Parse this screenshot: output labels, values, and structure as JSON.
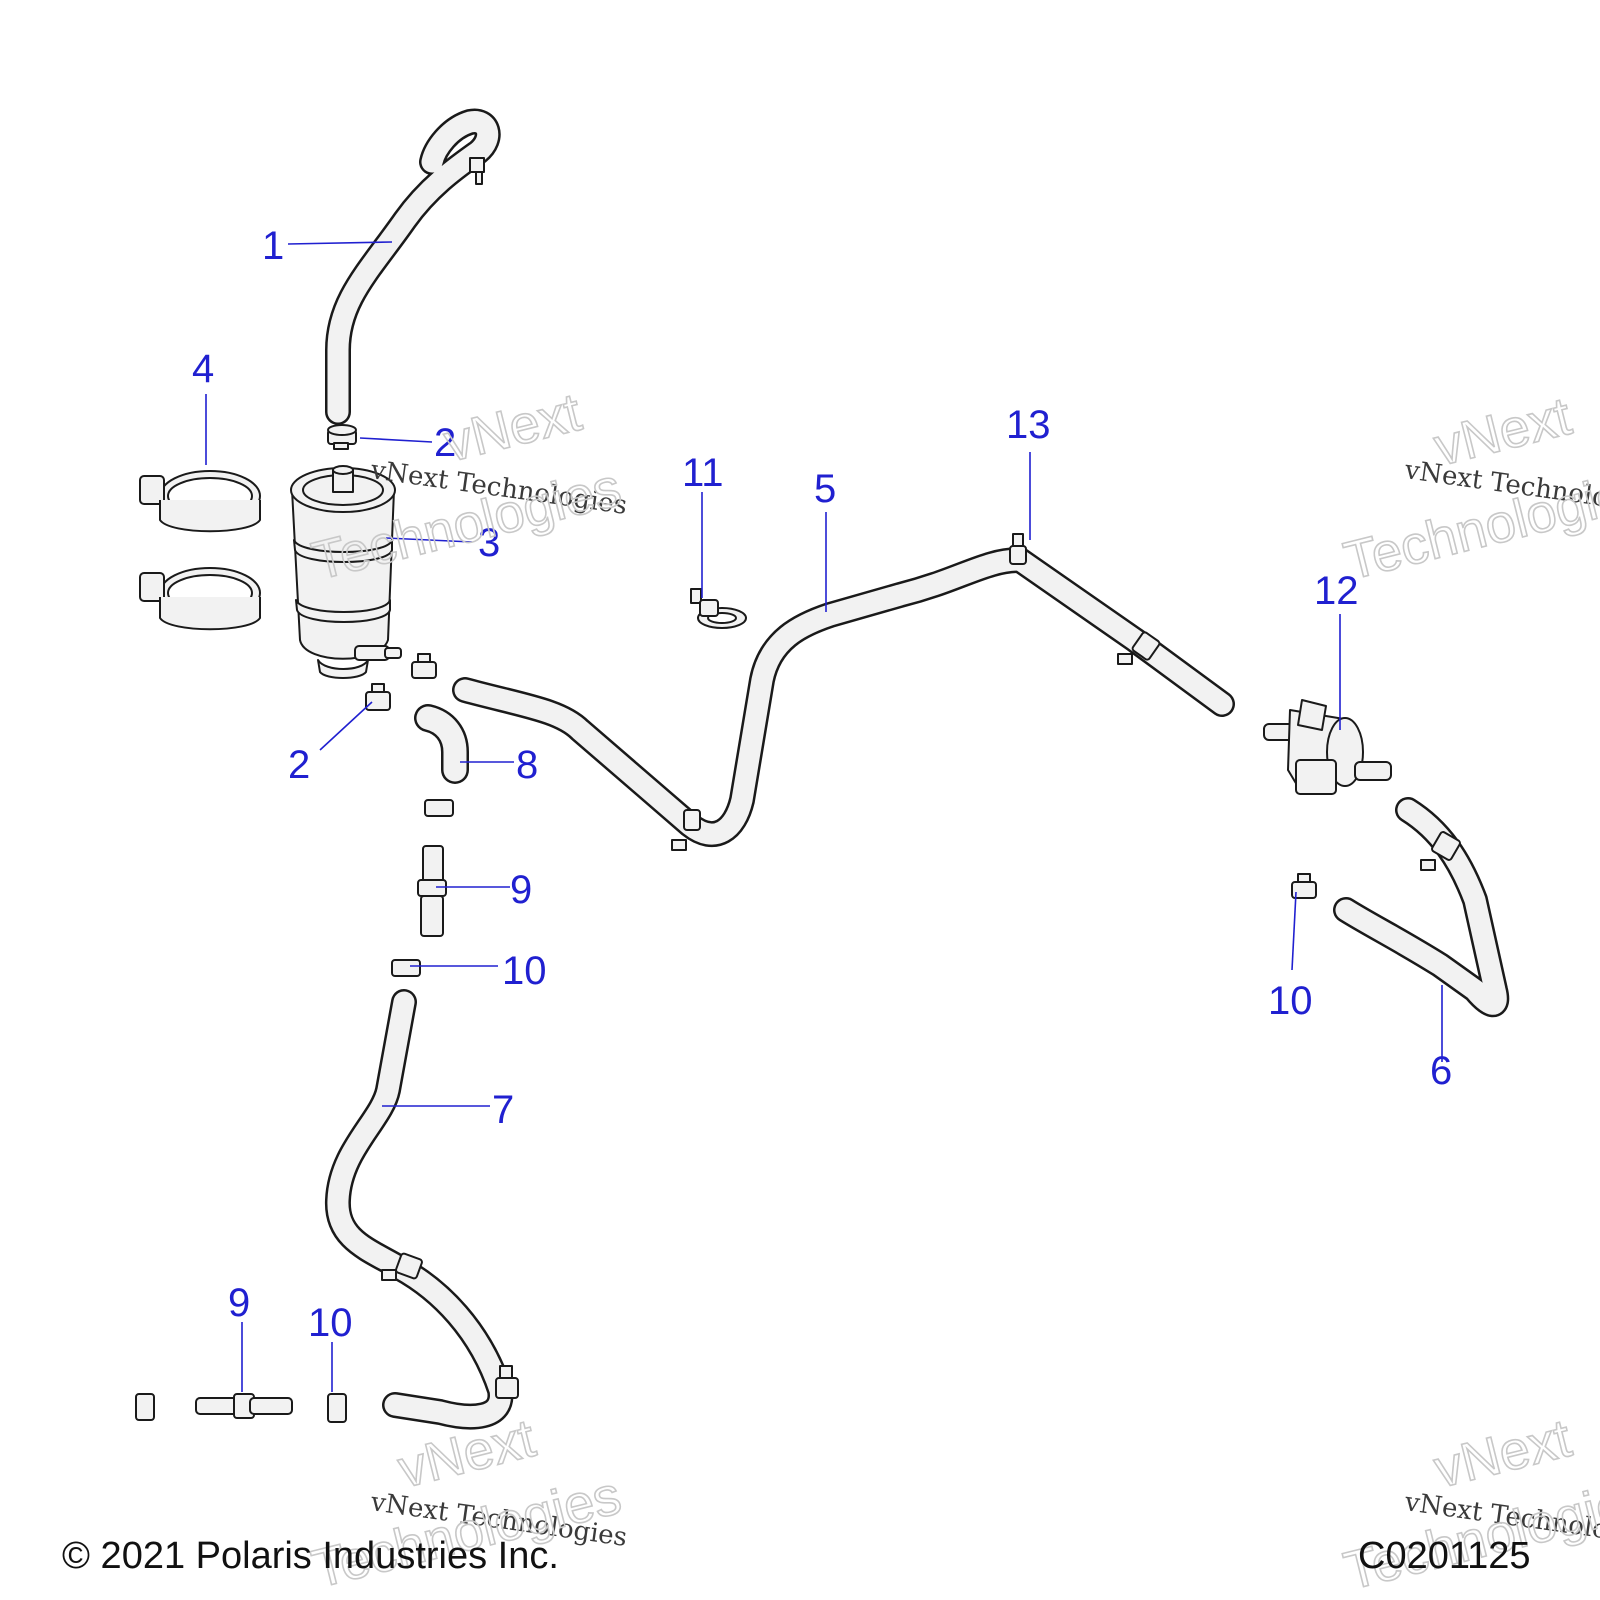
{
  "callouts": [
    {
      "id": "c1",
      "label": "1"
    },
    {
      "id": "c2a",
      "label": "2"
    },
    {
      "id": "c2b",
      "label": "2"
    },
    {
      "id": "c3",
      "label": "3"
    },
    {
      "id": "c4",
      "label": "4"
    },
    {
      "id": "c5",
      "label": "5"
    },
    {
      "id": "c6",
      "label": "6"
    },
    {
      "id": "c7",
      "label": "7"
    },
    {
      "id": "c8",
      "label": "8"
    },
    {
      "id": "c9a",
      "label": "9"
    },
    {
      "id": "c9b",
      "label": "9"
    },
    {
      "id": "c10a",
      "label": "10"
    },
    {
      "id": "c10b",
      "label": "10"
    },
    {
      "id": "c10c",
      "label": "10"
    },
    {
      "id": "c11",
      "label": "11"
    },
    {
      "id": "c12",
      "label": "12"
    },
    {
      "id": "c13",
      "label": "13"
    }
  ],
  "watermark": {
    "line_small": "vNext Technologies",
    "big_top": "vNext",
    "big_bottom": "Technologies"
  },
  "footer": {
    "copyright": "© 2021 Polaris Industries Inc.",
    "diagram_code": "C0201125"
  },
  "colors": {
    "callout": "#2020d0",
    "line_art": "#1a1a1a",
    "part_fill": "#f2f2f2"
  }
}
